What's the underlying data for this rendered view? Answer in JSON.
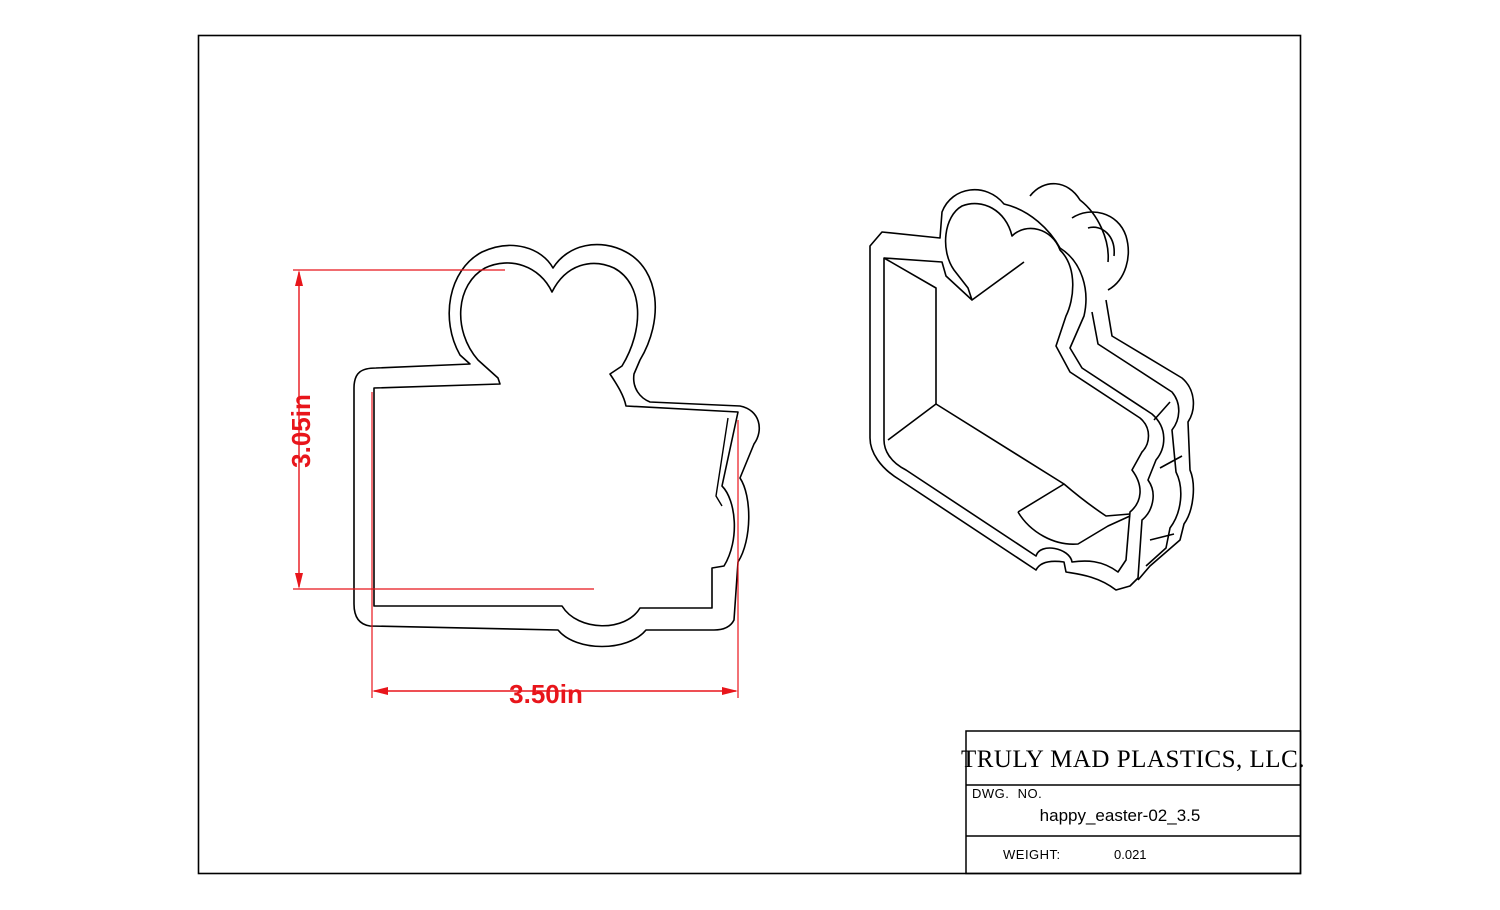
{
  "dimensions": {
    "height_label": "3.05in",
    "width_label": "3.50in",
    "color": "#e8151b"
  },
  "title_block": {
    "company": "TRULY MAD PLASTICS, LLC.",
    "dwg_no_label": "DWG.  NO.",
    "dwg_no_value": "happy_easter-02_3.5",
    "weight_label": "WEIGHT:",
    "weight_value": "0.021"
  }
}
